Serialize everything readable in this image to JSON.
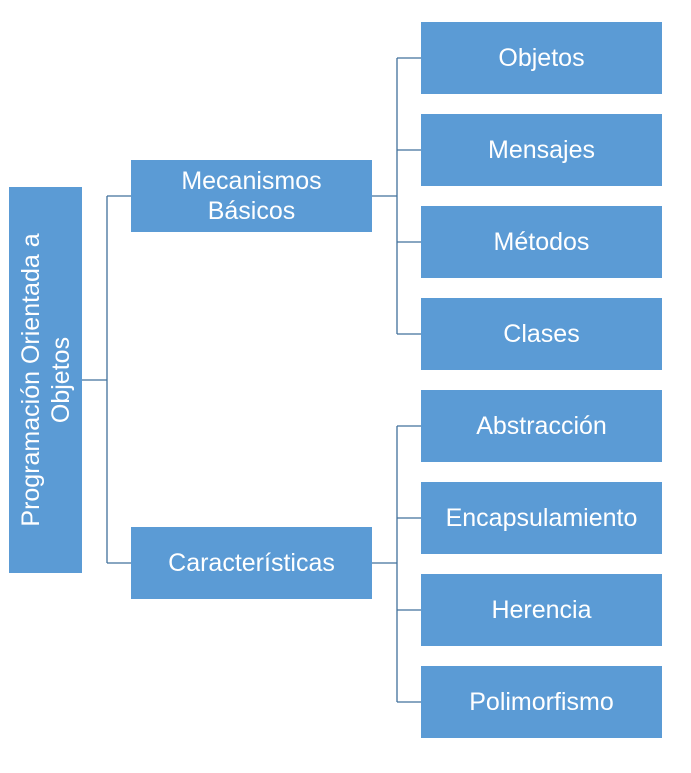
{
  "root": {
    "label": "Programación Orientada a Objetos"
  },
  "branches": [
    {
      "label": "Mecanismos Básicos",
      "children": [
        "Objetos",
        "Mensajes",
        "Métodos",
        "Clases"
      ]
    },
    {
      "label": "Características",
      "children": [
        "Abstracción",
        "Encapsulamiento",
        "Herencia",
        "Polimorfismo"
      ]
    }
  ],
  "colors": {
    "box_fill": "#5b9bd5",
    "connector": "#41719c",
    "text": "#ffffff"
  }
}
